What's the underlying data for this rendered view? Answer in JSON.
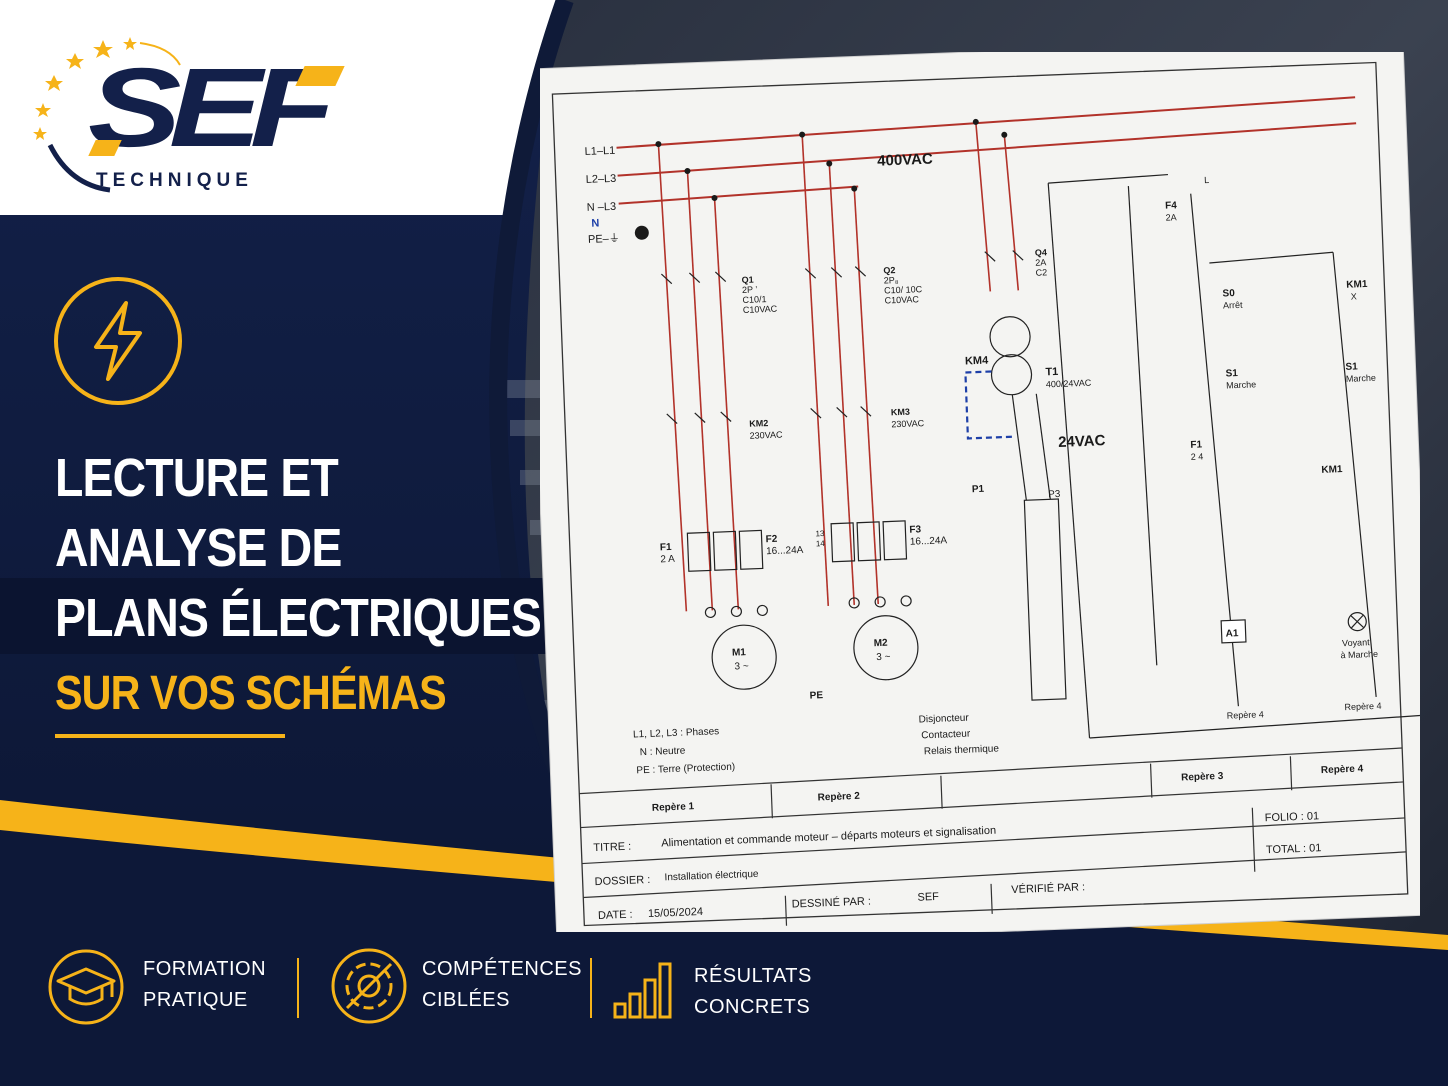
{
  "brand": {
    "logo_letters": "SEF",
    "logo_sub": "TECHNIQUE"
  },
  "headline": {
    "line1": "LECTURE ET",
    "line2": "ANALYSE DE",
    "line3": "PLANS ÉLECTRIQUES",
    "subtitle": "SUR VOS SCHÉMAS"
  },
  "features": [
    {
      "icon": "graduation-cap-icon",
      "line1": "FORMATION",
      "line2": "PRATIQUE"
    },
    {
      "icon": "target-icon",
      "line1": "COMPÉTENCES",
      "line2": "CIBLÉES"
    },
    {
      "icon": "bar-chart-icon",
      "line1": "RÉSULTATS",
      "line2": "CONCRETS"
    }
  ],
  "colors": {
    "navy": "#0f1a38",
    "accent": "#f6b319",
    "wire_red": "#b2322a",
    "dashed_blue": "#1d3fa8"
  },
  "schematic": {
    "lines": {
      "l1": "L1–L1",
      "l2": "L2–L3",
      "n": "N –L3",
      "n_short": "N",
      "pe": "PE–⏚"
    },
    "voltage_main": "400VAC",
    "voltage_control": "24VAC",
    "q1": {
      "name": "Q1",
      "a": "2P ’",
      "b": "C10/1",
      "c": "C10VAC"
    },
    "q2": {
      "name": "Q2",
      "a": "2P₈",
      "b": "C10/ 10C",
      "c": "C10VAC"
    },
    "q4": {
      "name": "Q4",
      "a": "2A",
      "b": "C2"
    },
    "km2": {
      "name": "KM2",
      "v": "230VAC"
    },
    "km3": {
      "name": "KM3",
      "v": "230VAC"
    },
    "km4": "KM4",
    "t1": {
      "name": "T1",
      "v": "400/24VAC"
    },
    "f1": {
      "name": "F1",
      "a": "2 A"
    },
    "f2": {
      "name": "F2",
      "a": "16...24A"
    },
    "f3": {
      "name": "F3",
      "a": "16...24A"
    },
    "f3_left": {
      "a": "13",
      "b": "14"
    },
    "m1": {
      "name": "M1",
      "ph": "3 ~"
    },
    "m2": {
      "name": "M2",
      "ph": "3 ~"
    },
    "p1": "P1",
    "p3": "P3",
    "pe2": "PE",
    "f4": {
      "name": "F4",
      "a": "2A"
    },
    "l_label": "L",
    "s0": {
      "name": "S0",
      "desc": "Arrêt"
    },
    "s1a": {
      "name": "S1",
      "desc": "Marche"
    },
    "s1b": {
      "name": "S1",
      "desc": "Marche"
    },
    "km1a": {
      "name": "KM1",
      "x": "X"
    },
    "km1b": "KM1",
    "f1c": {
      "name": "F1",
      "a": "2 4"
    },
    "a1": "A1",
    "voyant": {
      "a": "Voyant",
      "b": "à Marche"
    },
    "repere4a": "Repère 4",
    "repere4b": "Repère 4",
    "legend": {
      "phases": "L1,  L2,  L3  : Phases",
      "neutre": "N  :  Neutre",
      "pe": "PE : Terre (Protection)"
    },
    "symbols": {
      "disj": "Disjoncteur",
      "cont": "Contacteur",
      "relais": "Relais thermique"
    },
    "reperes": [
      "Repère 1",
      "Repère 2",
      "Repère 3",
      "Repère 4"
    ],
    "titre_label": "TITRE :",
    "titre": "Alimentation et commande moteur – départs moteurs et signalisation",
    "folio": "FOLIO :  01",
    "dossier_label": "DOSSIER :",
    "dossier": "Installation électrique",
    "total": "TOTAL :  01",
    "date_label": "DATE :",
    "date": "15/05/2024",
    "dessine_label": "DESSINÉ PAR :",
    "dessine": "SEF",
    "verifie_label": "VÉRIFIÉ PAR :"
  }
}
